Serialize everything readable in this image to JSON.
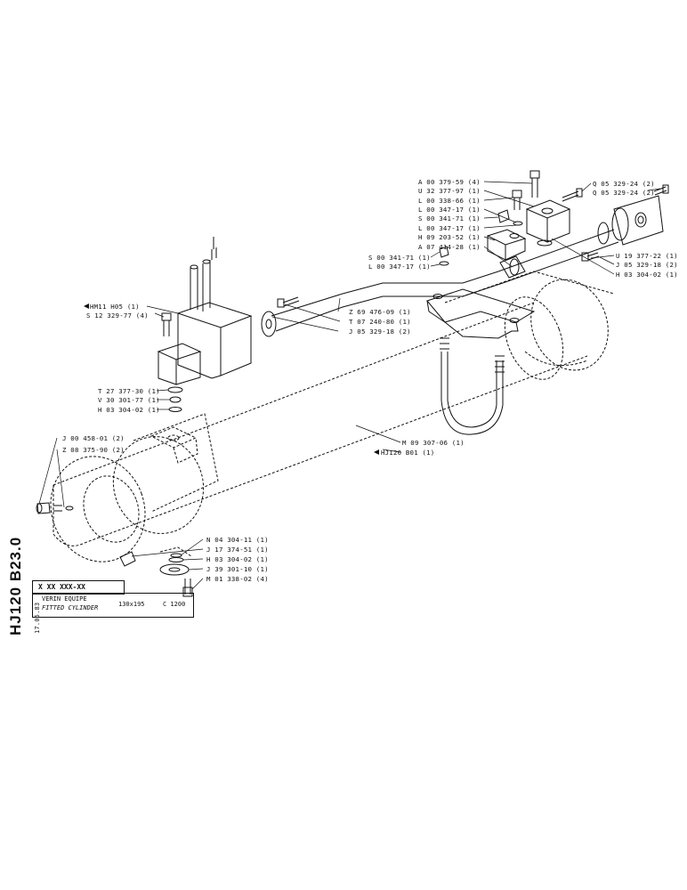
{
  "sheet": {
    "reference": "HJ120 B23.0",
    "date": "17.05.83",
    "code": "X XX XXX-XX",
    "title_fr": "VERIN EQUIPE",
    "title_en": "FITTED CYLINDER",
    "dimension": "130x195",
    "stroke": "C 1200"
  },
  "labels": {
    "l01": "A 00 379-59 (4)",
    "l02": "U 32 377-97 (1)",
    "l03": "L 00 338-66 (1)",
    "l04": "L 00 347-17 (1)",
    "l05": "S 00 341-71 (1)",
    "l06": "L 00 347-17 (1)",
    "l07": "H 09 203-52 (1)",
    "l08": "A 07 414-28 (1)",
    "l09": "S 00 341-71 (1)",
    "l10": "L 00 347-17 (1)",
    "l11": "Q 05 329-24 (2)",
    "l12": "Q 05 329-24 (2)",
    "l13": "U 19 377-22 (1)",
    "l14": "J 05 329-18 (2)",
    "l15": "H 03 304-02 (1)",
    "l16": "HM11 H05 (1)",
    "l17": "S 12 329-77 (4)",
    "l18": "Z 69 476-09 (1)",
    "l19": "T 07 240-80 (1)",
    "l20": "J 05 329-18 (2)",
    "l21": "T 27 377-30 (1)",
    "l22": "V 30 301-77 (1)",
    "l23": "H 03 304-02 (1)",
    "l24": "J 00 458-01 (2)",
    "l25": "Z 08 375-90 (2)",
    "l26": "M 09 307-06 (1)",
    "l27": "HJ120 B01 (1)",
    "l28": "N 04 304-11 (1)",
    "l29": "J 17 374-51 (1)",
    "l30": "H 03 304-02 (1)",
    "l31": "J 39 301-10 (1)",
    "l32": "M 01 338-02 (4)"
  }
}
